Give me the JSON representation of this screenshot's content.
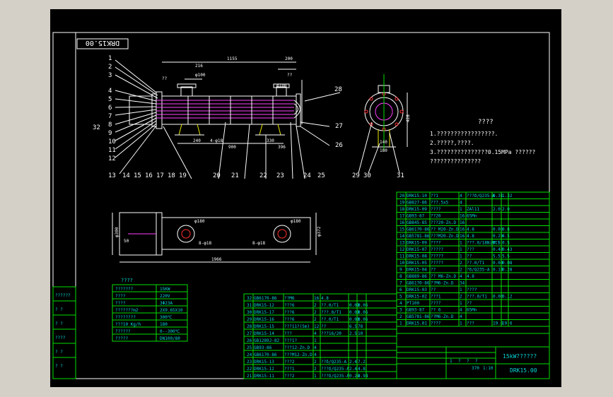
{
  "drawing": {
    "code_box": "DRK15.00",
    "title_cell": "15kW??????",
    "code_cell": "DRK15.00",
    "scale_cell": "1:10",
    "weight_cell": "370",
    "sheet_marks": [
      "1",
      "?",
      "?",
      "?"
    ]
  },
  "tech_notes": {
    "heading": "????",
    "lines": [
      "1.?????????????????.",
      "2.?????,????.",
      "3.???????????????0.15MPa ??????",
      "???????????????"
    ]
  },
  "dims": {
    "d1155": "1155",
    "d200a": "200",
    "d216": "216",
    "dphi100a": "φ100",
    "dphi100b": "φ100",
    "d240": "240",
    "d4phi18": "4-φ18",
    "d900": "900",
    "d330": "330",
    "d396": "396",
    "d140": "140",
    "d180": "180",
    "d428": "428",
    "d1966": "1966",
    "d8phi18a": "8-φ18",
    "d8phi18b": "8-φ18",
    "dphi180a": "φ180",
    "dphi180b": "φ180",
    "d50": "50",
    "dphi300": "φ300",
    "d372": "φ372",
    "qq": "??"
  },
  "balloons": {
    "left": [
      "1",
      "2",
      "3",
      "4",
      "5",
      "6",
      "7",
      "8",
      "9",
      "10",
      "11",
      "12"
    ],
    "bottom": [
      "13",
      "14",
      "15",
      "16",
      "17",
      "18",
      "19",
      "20",
      "21",
      "22",
      "23",
      "24",
      "25"
    ],
    "right": [
      "28",
      "27",
      "26"
    ],
    "side": [
      "29",
      "30",
      "31"
    ],
    "extra32": "32"
  },
  "spec_table": {
    "heading": "????",
    "rows": [
      [
        "???????",
        "15KW"
      ],
      [
        "????",
        "220V"
      ],
      [
        "????",
        "3Φ23A"
      ],
      [
        "???????m2",
        "2X9.65X10"
      ],
      [
        "????????",
        "300℃"
      ],
      [
        "???10 Kg/h",
        "180"
      ],
      [
        "??????",
        "0--300℃"
      ],
      [
        "?????",
        "DN100/80"
      ]
    ]
  },
  "left_margin_cells": [
    "??????",
    "? ?",
    "? ?",
    "????",
    "? ?",
    "? ?"
  ],
  "bom_upper": [
    [
      "20",
      "DRK15-10",
      "??1",
      "4",
      "???δ/Q235-A",
      "0.31",
      "1.32"
    ],
    [
      "19",
      "GB827-86",
      "???.5x5",
      "4",
      "",
      "",
      ""
    ],
    [
      "18",
      "DRK15-09",
      "????",
      "1",
      "ZAl11",
      "2.0",
      "2.0"
    ],
    [
      "17",
      "GB93-87",
      "??20",
      "16",
      "65Mn",
      "",
      ""
    ],
    [
      "16",
      "GB845-85",
      "???20-Zn.D",
      "16",
      "",
      "",
      ""
    ],
    [
      "15",
      "GB6170-86",
      "?? M20-Zn.D",
      "16",
      "4.8",
      "0.05",
      "0.8"
    ],
    [
      "14",
      "GB5781-86",
      "???M20-Zn.D",
      "16",
      "4.8",
      "0.28",
      "4.5"
    ],
    [
      "13",
      "DRK15-09",
      "????",
      "1",
      "???.0/18Ni9Ti",
      "0.5",
      "0.5"
    ],
    [
      "12",
      "DRK15-07",
      "?????",
      "1",
      "???",
      "0.43",
      "0.43"
    ],
    [
      "11",
      "DRK15-08",
      "?????",
      "1",
      "??",
      "5.5",
      "5.5"
    ],
    [
      "10",
      "DRK15-05",
      "?????",
      "2",
      "??.0/T1",
      "0.04",
      "0.08"
    ],
    [
      "9",
      "DRK15-04",
      "??",
      "2",
      "?δ/Q235-A",
      "0.14",
      "0.28"
    ],
    [
      "8",
      "GB889-86",
      "?? M6-Zn.D",
      "4",
      "4.8",
      "",
      ""
    ],
    [
      "7",
      "GB6170-86",
      "??M6-Zn.D",
      "34",
      "",
      "",
      ""
    ],
    [
      "6",
      "DRK15-03",
      "??",
      "1",
      "????",
      "",
      ""
    ],
    [
      "5",
      "DRK15-02",
      "???1",
      "2",
      "???.0/T1",
      "0.06",
      "0.12"
    ],
    [
      "4",
      "PT100",
      "????",
      "1",
      "??",
      "",
      ""
    ],
    [
      "3",
      "GB93-87",
      "?? 6",
      "4",
      "65Mn",
      "",
      ""
    ],
    [
      "2",
      "GB5781-86",
      "??M6-Zn.D",
      "4",
      "",
      "",
      ""
    ],
    [
      "1",
      "DRK15.01",
      "????",
      "1",
      "???",
      "19.6",
      "19.6"
    ]
  ],
  "bom_lower": [
    [
      "32",
      "GB6170-86",
      "??M6",
      "16",
      "4.8",
      "",
      "",
      ""
    ],
    [
      "31",
      "DRK15-12",
      "???6",
      "2",
      "??.0/T1",
      "0.03",
      "0.06",
      ""
    ],
    [
      "30",
      "DRK15-17",
      "???6",
      "2",
      "???.0/T1",
      "0.03",
      "0.06",
      ""
    ],
    [
      "29",
      "DRK15-16",
      "???6",
      "2",
      "??.0/T1",
      "0.03",
      "0.06",
      ""
    ],
    [
      "28",
      "DRK15-15",
      "???11?(5m)",
      "12",
      "??",
      "6.5",
      "78",
      ""
    ],
    [
      "27",
      "DRK15-14",
      "???",
      "4",
      "???16/20",
      "2.5",
      "10",
      ""
    ],
    [
      "26",
      "GB1289J-82",
      "???1?",
      "1",
      "",
      "",
      "",
      ""
    ],
    [
      "25",
      "GB93-86",
      "???12-Zn.D",
      "4",
      "",
      "",
      "",
      ""
    ],
    [
      "24",
      "GB6170-86",
      "???M12-Zn.D",
      "4",
      "",
      "",
      "",
      ""
    ],
    [
      "23",
      "DRK15-13",
      "???2",
      "2",
      "??δ/Q235-A",
      "2.4",
      "7.2",
      ""
    ],
    [
      "22",
      "DRK15-12",
      "???1",
      "2",
      "???δ/Q235-A",
      "2.4",
      "4.8",
      ""
    ],
    [
      "21",
      "DRK15-11",
      "???2",
      "1",
      "???δ/Q235-A",
      "0.24",
      "3.94",
      ""
    ]
  ]
}
